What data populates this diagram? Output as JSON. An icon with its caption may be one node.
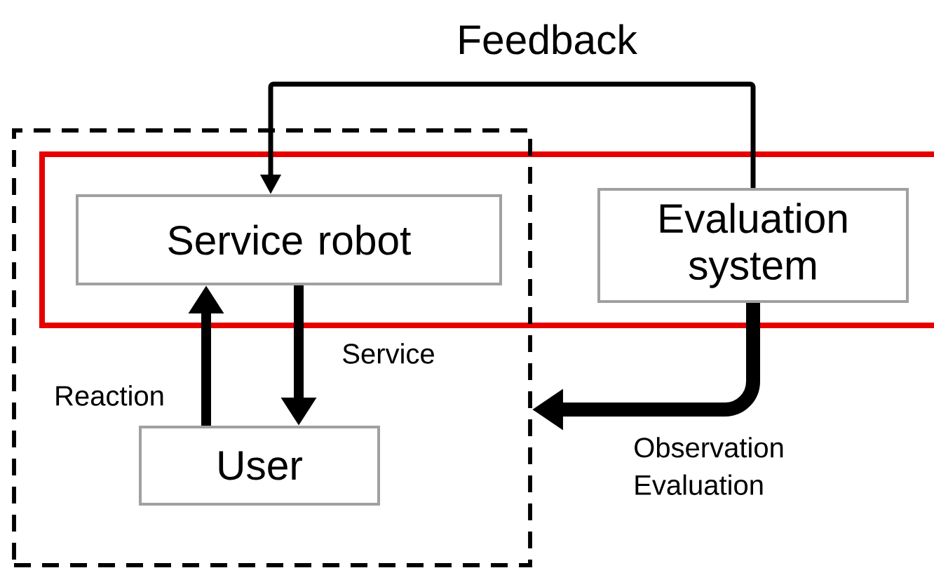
{
  "diagram": {
    "nodes": [
      {
        "text": [],
        "shape": "box"
      },
      {
        "text": [
          "Service robot"
        ],
        "in": 0
      },
      {
        "text": [
          "User"
        ],
        "in": 0
      },
      {
        "text": [
          "Evaluation system"
        ]
      }
    ],
    "edges": [
      {
        "from": 3,
        "to": 1,
        "arrow": "to",
        "label": "Feedback"
      },
      {
        "from": 2,
        "to": 1,
        "arrow": "to",
        "label": "Reaction"
      },
      {
        "from": 1,
        "to": 2,
        "arrow": "to",
        "label": "Service"
      },
      {
        "from": 3,
        "to": 0,
        "arrow": "to",
        "label": "Observation Evaluation"
      }
    ]
  }
}
